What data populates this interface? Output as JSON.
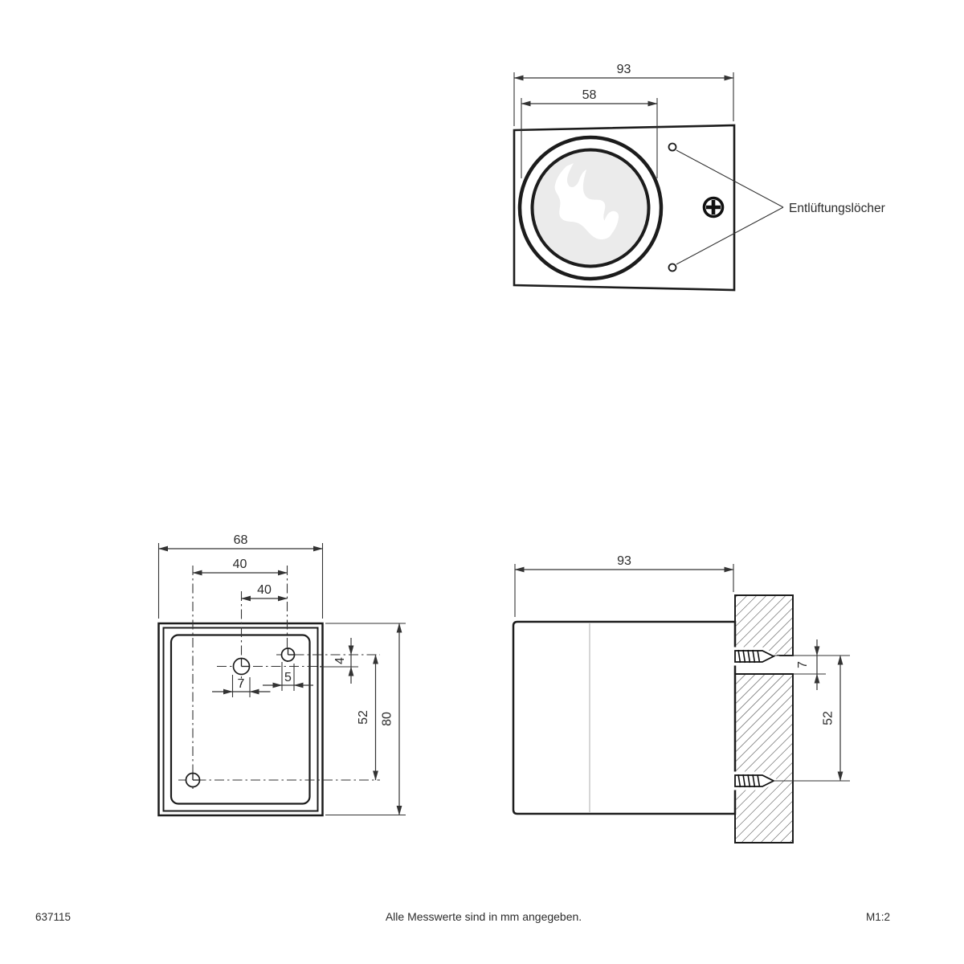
{
  "front": {
    "dim_overall": "93",
    "dim_lens": "58",
    "vent_label": "Entlüftungslöcher"
  },
  "back": {
    "dim_width": "68",
    "dim_hole_span_a": "40",
    "dim_hole_span_b": "40",
    "dim_slot_mid": "7",
    "dim_slot_right": "5",
    "dim_offset": "4",
    "dim_vertical": "52",
    "dim_height": "80"
  },
  "side": {
    "dim_depth": "93",
    "dim_slot": "7",
    "dim_spacing": "52"
  },
  "footer": {
    "article_number": "637115",
    "note": "Alle Messwerte sind in mm angegeben.",
    "scale": "M1:2"
  },
  "colors": {
    "line": "#1c1c1c",
    "dimension_line": "#333333",
    "lens_fill": "#ebebeb",
    "seam": "#c8c8c8",
    "background": "#ffffff"
  }
}
